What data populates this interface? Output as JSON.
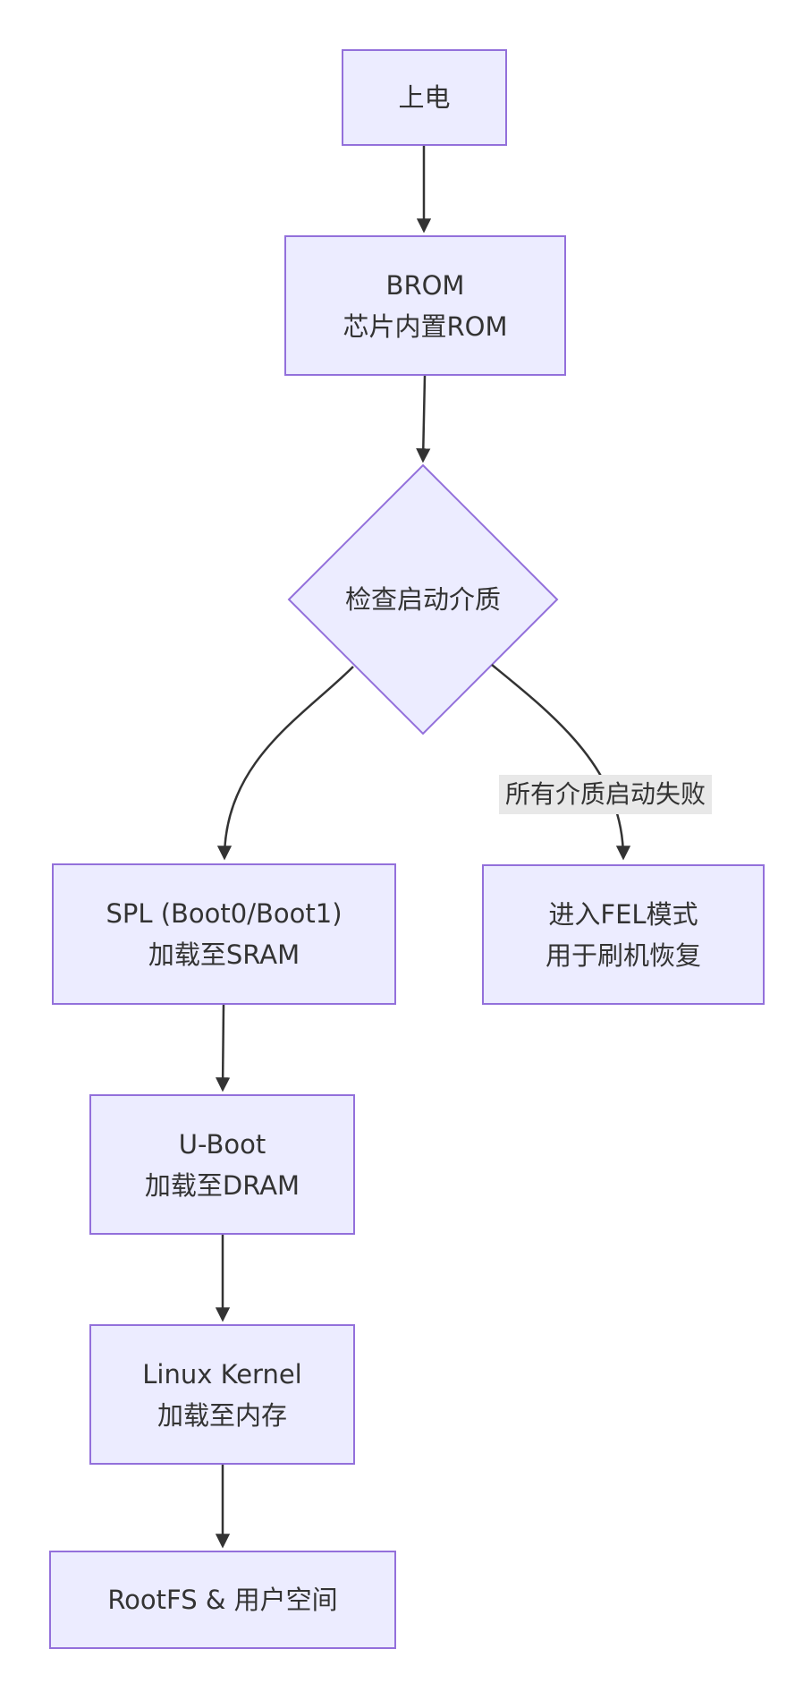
{
  "colors": {
    "background": "#ffffff",
    "node_fill": "#ECECFF",
    "node_border": "#9370DB",
    "edge_color": "#333333",
    "text_color": "#333333",
    "edge_label_bg": "#e8e8e8"
  },
  "nodes": {
    "power_on": {
      "line1": "上电"
    },
    "brom": {
      "line1": "BROM",
      "line2": "芯片内置ROM"
    },
    "check_media": {
      "line1": "检查启动介质"
    },
    "spl": {
      "line1": "SPL (Boot0/Boot1)",
      "line2": "加载至SRAM"
    },
    "fel": {
      "line1": "进入FEL模式",
      "line2": "用于刷机恢复"
    },
    "uboot": {
      "line1": "U-Boot",
      "line2": "加载至DRAM"
    },
    "kernel": {
      "line1": "Linux Kernel",
      "line2": "加载至内存"
    },
    "rootfs": {
      "line1": "RootFS & 用户空间"
    }
  },
  "edge_labels": {
    "fail": "所有介质启动失败"
  }
}
